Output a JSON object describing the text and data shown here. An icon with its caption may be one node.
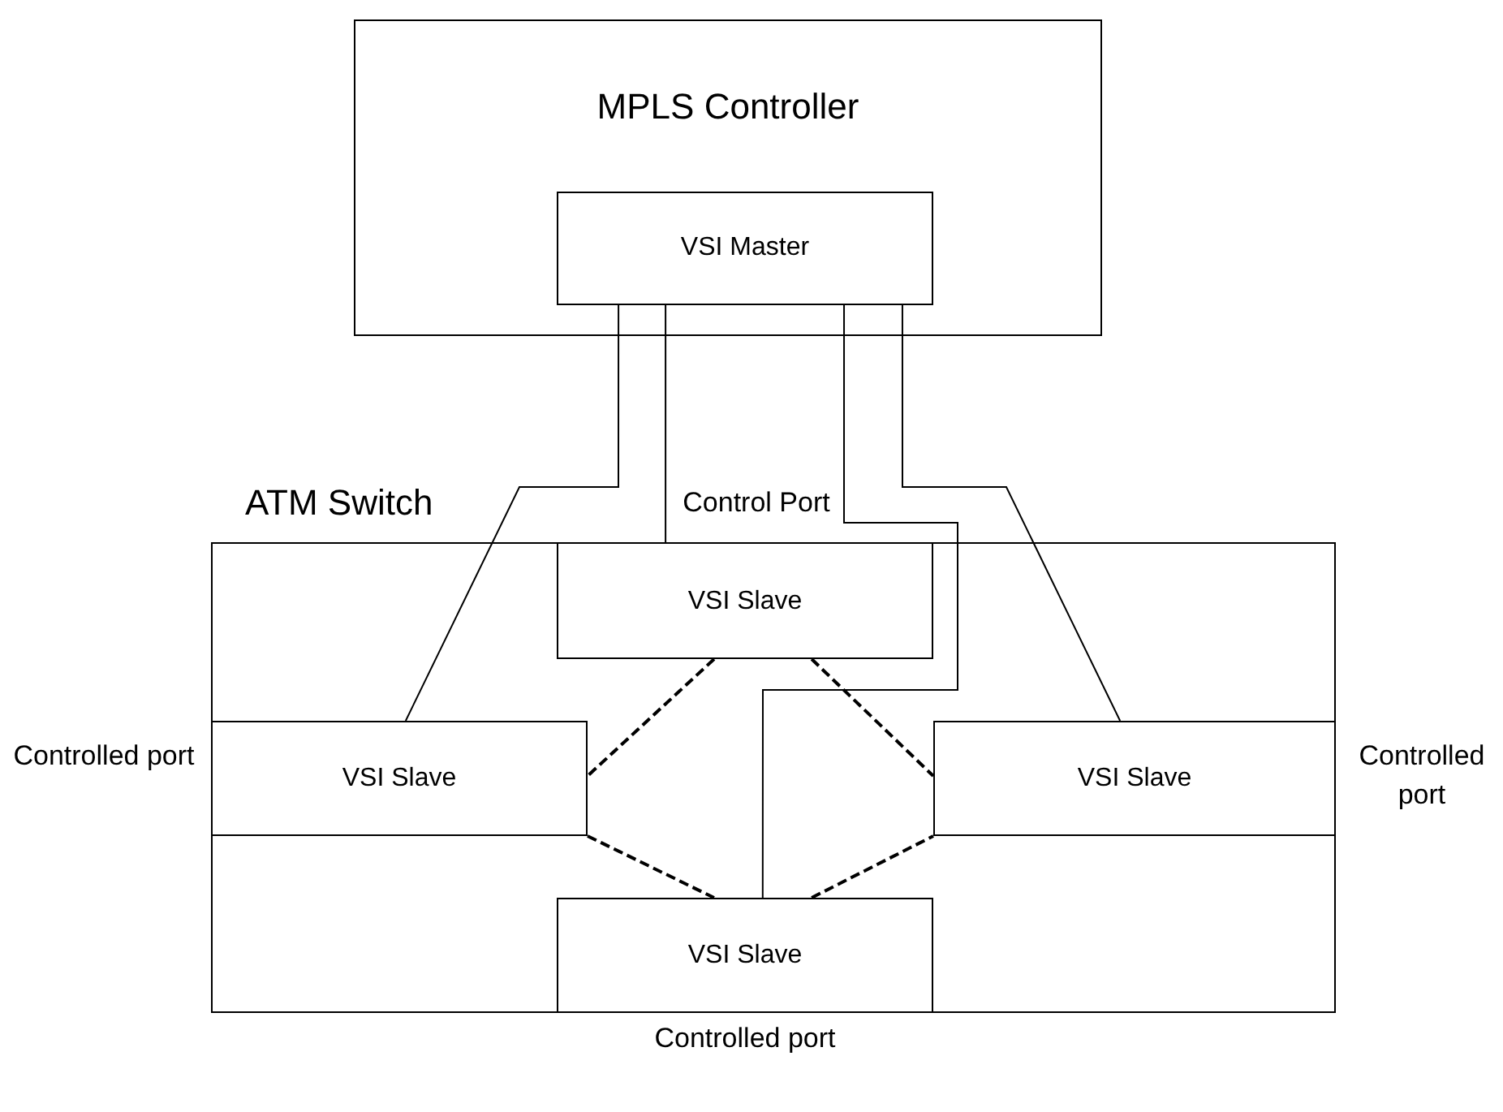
{
  "diagram": {
    "nodes": [
      {
        "text": [
          "MPLS Controller"
        ]
      },
      {
        "text": [
          "VSI Master"
        ],
        "in": 0
      },
      {
        "text": [
          "ATM Switch"
        ]
      },
      {
        "text": [
          "VSI Slave"
        ],
        "in": 2,
        "beside": [
          "Control Port"
        ]
      },
      {
        "text": [
          "VSI Slave"
        ],
        "in": 2,
        "beside": [
          "Controlled port"
        ]
      },
      {
        "text": [
          "VSI Slave"
        ],
        "in": 2,
        "beside": [
          "Controlled port"
        ]
      },
      {
        "text": [
          "VSI Slave"
        ],
        "in": 2,
        "beside": [
          "Controlled port"
        ]
      }
    ],
    "edges": [
      {
        "from": 1,
        "to": 4,
        "arrow": "none"
      },
      {
        "from": 1,
        "to": 3,
        "arrow": "none"
      },
      {
        "from": 1,
        "to": 6,
        "arrow": "none"
      },
      {
        "from": 1,
        "to": 5,
        "arrow": "none"
      },
      {
        "from": 3,
        "to": 4,
        "arrow": "none",
        "style": "dashed"
      },
      {
        "from": 4,
        "to": 6,
        "arrow": "none",
        "style": "dashed"
      },
      {
        "from": 3,
        "to": 5,
        "arrow": "none",
        "style": "dashed"
      },
      {
        "from": 6,
        "to": 5,
        "arrow": "none",
        "style": "dashed"
      }
    ]
  }
}
